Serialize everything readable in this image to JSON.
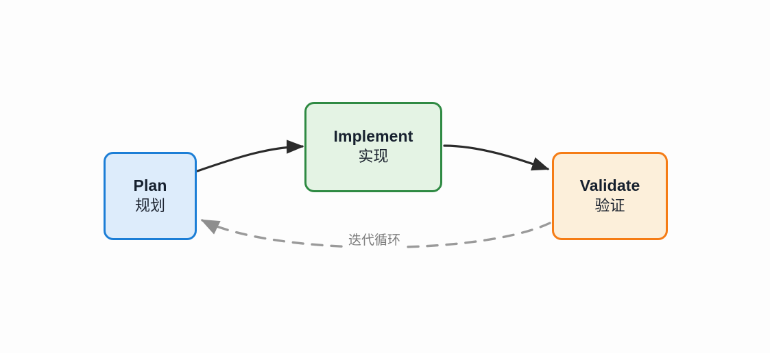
{
  "diagram": {
    "type": "flowchart",
    "background_color": "#fdfdfd",
    "nodes": [
      {
        "id": "plan",
        "title": "Plan",
        "subtitle": "规划",
        "fill_color": "#ddecfb",
        "border_color": "#1c7ed6"
      },
      {
        "id": "implement",
        "title": "Implement",
        "subtitle": "实现",
        "fill_color": "#e4f3e4",
        "border_color": "#2f8a43"
      },
      {
        "id": "validate",
        "title": "Validate",
        "subtitle": "验证",
        "fill_color": "#fcefda",
        "border_color": "#f57c15"
      }
    ],
    "edges": [
      {
        "id": "plan-to-implement",
        "from": "plan",
        "to": "implement",
        "style": "solid",
        "color": "#2b2b2b",
        "label": ""
      },
      {
        "id": "implement-to-validate",
        "from": "implement",
        "to": "validate",
        "style": "solid",
        "color": "#2b2b2b",
        "label": ""
      },
      {
        "id": "validate-to-plan",
        "from": "validate",
        "to": "plan",
        "style": "dashed",
        "color": "#9a9a9a",
        "label": "迭代循环"
      }
    ]
  }
}
